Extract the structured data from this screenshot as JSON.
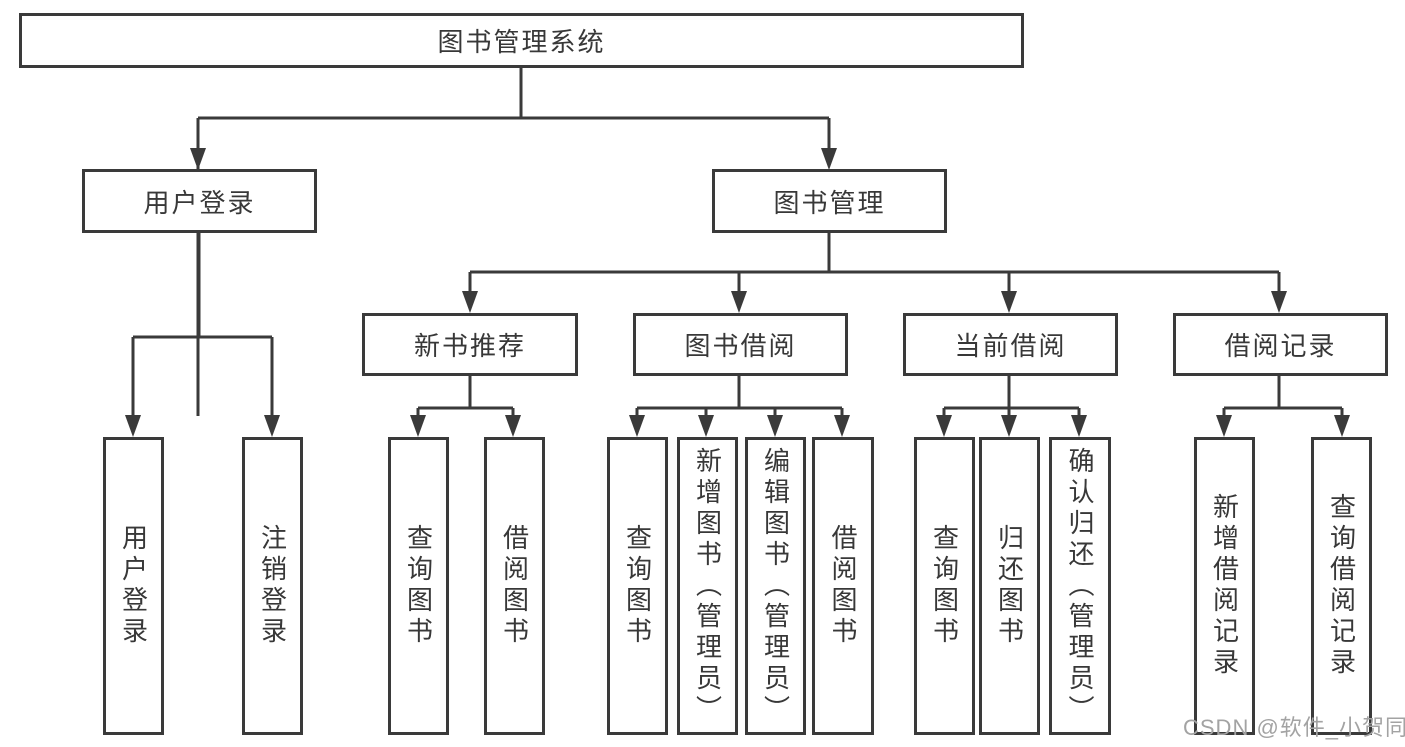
{
  "diagram": {
    "type": "hierarchy-tree",
    "root": {
      "label": "图书管理系统"
    },
    "level2": [
      {
        "id": "user-login",
        "label": "用户登录"
      },
      {
        "id": "book-management",
        "label": "图书管理"
      }
    ],
    "level3": [
      {
        "id": "new-book-recommend",
        "label": "新书推荐",
        "parent": "图书管理"
      },
      {
        "id": "book-borrow",
        "label": "图书借阅",
        "parent": "图书管理"
      },
      {
        "id": "current-borrow",
        "label": "当前借阅",
        "parent": "图书管理"
      },
      {
        "id": "borrow-records",
        "label": "借阅记录",
        "parent": "图书管理"
      }
    ],
    "level4": {
      "user_login": [
        {
          "label": "用户登录"
        },
        {
          "label": "注销登录"
        }
      ],
      "new_book_recommend": [
        {
          "label": "查询图书"
        },
        {
          "label": "借阅图书"
        }
      ],
      "book_borrow": [
        {
          "label": "查询图书"
        },
        {
          "label": "新增图书（管理员）"
        },
        {
          "label": "编辑图书（管理员）"
        },
        {
          "label": "借阅图书"
        }
      ],
      "current_borrow": [
        {
          "label": "查询图书"
        },
        {
          "label": "归还图书"
        },
        {
          "label": "确认归还（管理员）"
        }
      ],
      "borrow_records": [
        {
          "label": "新增借阅记录"
        },
        {
          "label": "查询借阅记录"
        }
      ]
    }
  },
  "watermark": "CSDN @软件_小贺同学",
  "colors": {
    "background": "#ffffff",
    "line": "#3a3a3a",
    "text": "#383838",
    "watermark": "#a3a3a3"
  }
}
